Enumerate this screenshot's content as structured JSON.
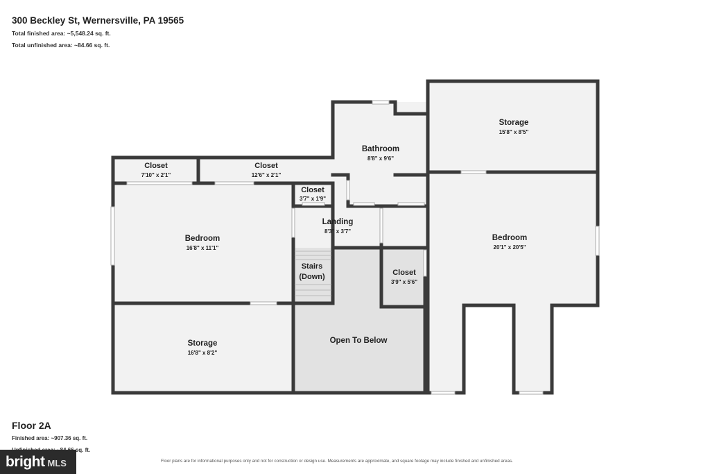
{
  "header": {
    "address": "300 Beckley St, Wernersville, PA 19565",
    "total_finished": "Total finished area: ~5,548.24 sq. ft.",
    "total_unfinished": "Total unfinished area: ~84.66 sq. ft."
  },
  "floor": {
    "name": "Floor 2A",
    "finished": "Finished area: ~907.36 sq. ft.",
    "unfinished": "Unfinished area: ~84.66 sq. ft."
  },
  "disclaimer": "Floor plans are for informational purposes only and not for construction or design use. Measurements are approximate, and square footage may include finished and unfinished areas.",
  "logo": {
    "word": "bright",
    "suffix": "MLS"
  },
  "rooms": {
    "closet_a": {
      "name": "Closet",
      "dims": "7'10\" x 2'1\""
    },
    "closet_b": {
      "name": "Closet",
      "dims": "12'6\" x 2'1\""
    },
    "closet_c": {
      "name": "Closet",
      "dims": "3'7\" x 1'9\""
    },
    "bedroom_left": {
      "name": "Bedroom",
      "dims": "16'8\" x 11'1\""
    },
    "landing": {
      "name": "Landing",
      "dims": "8'3\" x 3'7\""
    },
    "stairs": {
      "name": "Stairs",
      "dims": "(Down)"
    },
    "bathroom": {
      "name": "Bathroom",
      "dims": "8'8\" x 9'6\""
    },
    "storage_top": {
      "name": "Storage",
      "dims": "15'8\" x 8'5\""
    },
    "bedroom_right": {
      "name": "Bedroom",
      "dims": "20'1\" x 20'5\""
    },
    "closet_d": {
      "name": "Closet",
      "dims": "3'9\" x 5'6\""
    },
    "storage_bottom": {
      "name": "Storage",
      "dims": "16'8\" x 8'2\""
    },
    "open_below": {
      "name": "Open To Below"
    }
  },
  "colors": {
    "wall": "#3a3a3a",
    "floor": "#f2f2f2",
    "open": "#e2e2e2",
    "window": "#ffffff"
  }
}
